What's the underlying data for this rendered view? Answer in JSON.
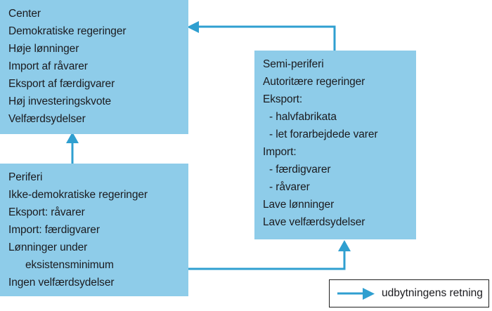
{
  "diagram": {
    "accent_blue": "#2f9fd0",
    "box_fill": "#8ecce9",
    "text_color": "#1b1b1f",
    "boxes": {
      "center": {
        "name": "Center",
        "lines": [
          "Center",
          "Demokratiske regeringer",
          "Høje lønninger",
          "Import af råvarer",
          "Eksport af færdigvarer",
          "Høj investeringskvote",
          "Velfærdsydelser"
        ]
      },
      "semi_periphery": {
        "name": "Semi-periferi",
        "lines": [
          "Semi-periferi",
          "Autoritære regeringer",
          "Eksport:",
          "- halvfabrikata",
          "- let forarbejdede varer",
          "Import:",
          "- færdigvarer",
          "- råvarer",
          "Lave lønninger",
          "Lave velfærdsydelser"
        ]
      },
      "periphery": {
        "name": "Periferi",
        "lines": [
          "Periferi",
          "Ikke-demokratiske regeringer",
          "Eksport: råvarer",
          "Import: færdigvarer",
          "Lønninger under",
          "eksistensminimum",
          "Ingen velfærdsydelser"
        ]
      }
    },
    "legend": {
      "label": "udbytningens retning"
    }
  }
}
